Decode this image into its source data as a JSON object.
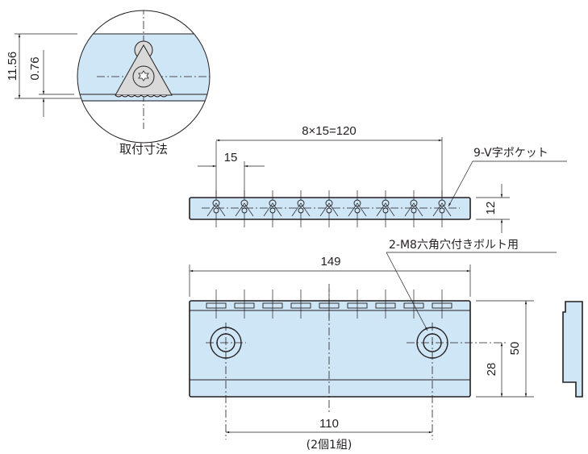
{
  "detail_view": {
    "caption": "取付寸法",
    "dim_total": "11.56",
    "dim_offset": "0.76"
  },
  "top_view": {
    "pitch_total": "8×15=120",
    "pitch": "15",
    "height": "12",
    "pocket_callout": "9-V字ポケット",
    "pocket_count": 9
  },
  "front_view": {
    "length": "149",
    "hole_spacing": "110",
    "set_note": "(2個1組)",
    "height": "50",
    "hole_height": "28",
    "bolt_callout": "2-M8六角穴付きボルト用"
  },
  "colors": {
    "part_fill": "#cfe6f7",
    "line": "#231f20",
    "detail_fill": "#d9d9d9"
  }
}
